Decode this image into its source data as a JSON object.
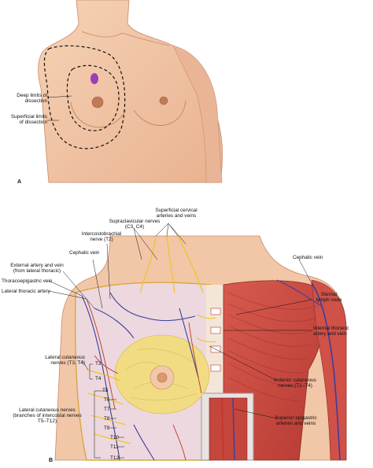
{
  "panel_a": {
    "letter": "A",
    "labels": {
      "deep_limits_1": "Deep limits of",
      "deep_limits_2": "dissection",
      "superficial_limits_1": "Superficial limits",
      "superficial_limits_2": "of dissection"
    }
  },
  "panel_b": {
    "letter": "B",
    "labels": {
      "superficial_cervical_1": "Superficial cervical",
      "superficial_cervical_2": "arteries and veins",
      "supraclavicular_1": "Supraclavicular nerves",
      "supraclavicular_2": "(C3, C4)",
      "intercostobrachial_1": "Intercostobrachial",
      "intercostobrachial_2": "nerve (T2)",
      "cephalic_vein_left": "Cephalic vein",
      "external_artery_1": "External artery and vein",
      "external_artery_2": "(from lateral thoracic)",
      "thoracoepigastric": "Thoracoepigastric vein",
      "lateral_thoracic": "Lateral thoracic artery",
      "cephalic_vein_right": "Cephalic vein",
      "sternal_lymph_1": "Sternal",
      "sternal_lymph_2": "lymph node",
      "internal_thoracic_1": "Internal thoracic",
      "internal_thoracic_2": "artery and vein",
      "lateral_cutaneous_upper_1": "Lateral cutaneous",
      "lateral_cutaneous_upper_2": "nerves (T3, T4)",
      "anterior_cutaneous_1": "Anterior cutaneous",
      "anterior_cutaneous_2": "nerves (T1–T4)",
      "lateral_cutaneous_lower_1": "Lateral cutaneous nerves",
      "lateral_cutaneous_lower_2": "(branches of intercostal nerves",
      "lateral_cutaneous_lower_3": "T5–T12)",
      "superior_epigastric_1": "Superior epigastric",
      "superior_epigastric_2": "arteries and veins"
    },
    "segments": [
      "T3",
      "T4",
      "T5",
      "T6",
      "T7",
      "T8",
      "T9",
      "T10",
      "T11",
      "T12"
    ]
  },
  "colors": {
    "skin": "#f2c6a6",
    "skin_shadow": "#d89b78",
    "muscle": "#c8443c",
    "dermis": "#ecd6dc",
    "gland": "#f1dc83",
    "nerve": "#f2c21a",
    "vein": "#3b3f9a",
    "artery": "#c2352d"
  }
}
